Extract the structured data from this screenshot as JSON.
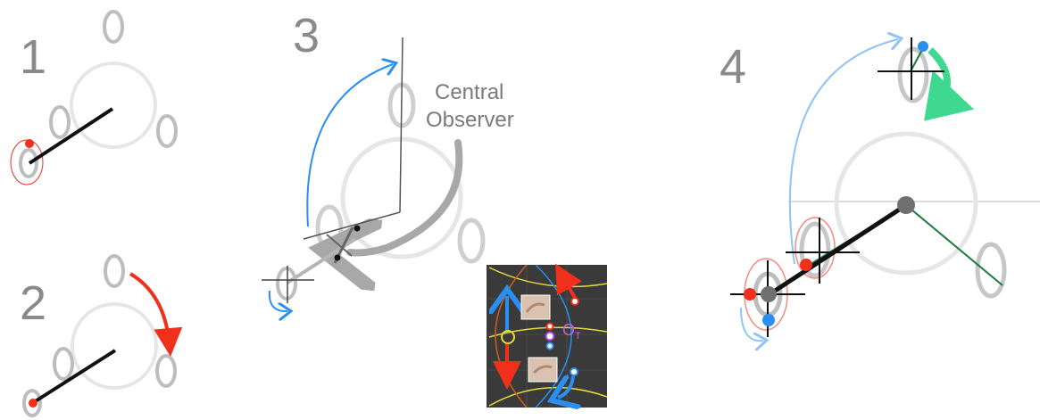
{
  "panels": {
    "p1": {
      "number": "1"
    },
    "p2": {
      "number": "2"
    },
    "p3": {
      "number": "3",
      "label_line1": "Central",
      "label_line2": "Observer"
    },
    "p4": {
      "number": "4"
    }
  },
  "inset": {
    "label": "O",
    "subscript": "T"
  },
  "colors": {
    "ring_light": "#e6e6e6",
    "ring_mid": "#bdbdbd",
    "stick": "#111111",
    "red": "#f0301a",
    "blue": "#2a8ff0",
    "light_blue": "#8fc4f5",
    "green": "#3fd891",
    "dark_green": "#1e7a3c",
    "gray_dot": "#707070",
    "inset_bg": "#3a3a3a"
  }
}
